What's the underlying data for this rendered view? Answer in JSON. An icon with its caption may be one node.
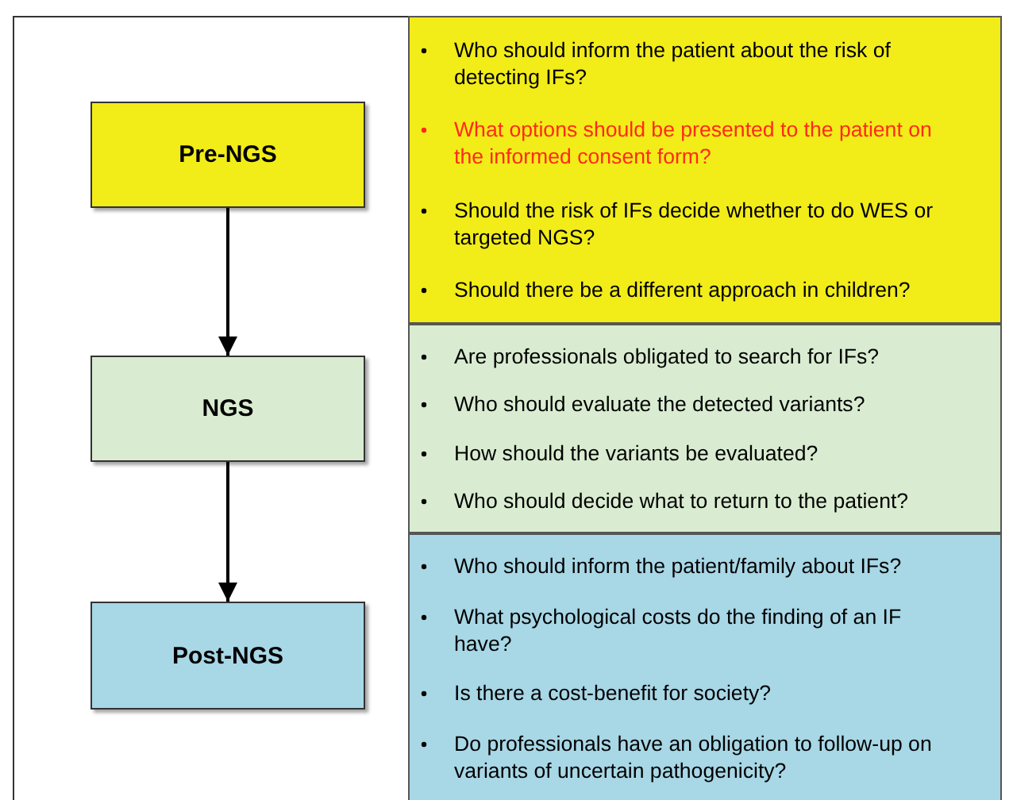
{
  "diagram": {
    "nodes": [
      {
        "text": [
          "Pre-NGS"
        ]
      },
      {
        "text": [
          "NGS"
        ]
      },
      {
        "text": [
          "Post-NGS"
        ]
      },
      {
        "text": [
          "Who should inform the patient about the risk of detecting IFs?",
          "What options should be presented to the patient on the informed consent form?",
          "Should the risk of IFs decide whether to do WES or targeted NGS?",
          "Should there be a different approach in children?"
        ]
      },
      {
        "text": [
          "Are professionals obligated to search for IFs?",
          "Who should evaluate the detected variants?",
          "How should the variants be evaluated?",
          "Who should decide what to return to the patient?"
        ]
      },
      {
        "text": [
          "Who should inform the patient/family about IFs?",
          "What psychological costs do the finding of an IF have?",
          "Is there a cost-benefit for society?",
          "Do professionals have an obligation to follow-up on variants of uncertain pathogenicity?"
        ]
      }
    ],
    "edges": [
      {
        "from": 0,
        "to": 1,
        "arrow": "to"
      },
      {
        "from": 1,
        "to": 2,
        "arrow": "to"
      }
    ]
  }
}
